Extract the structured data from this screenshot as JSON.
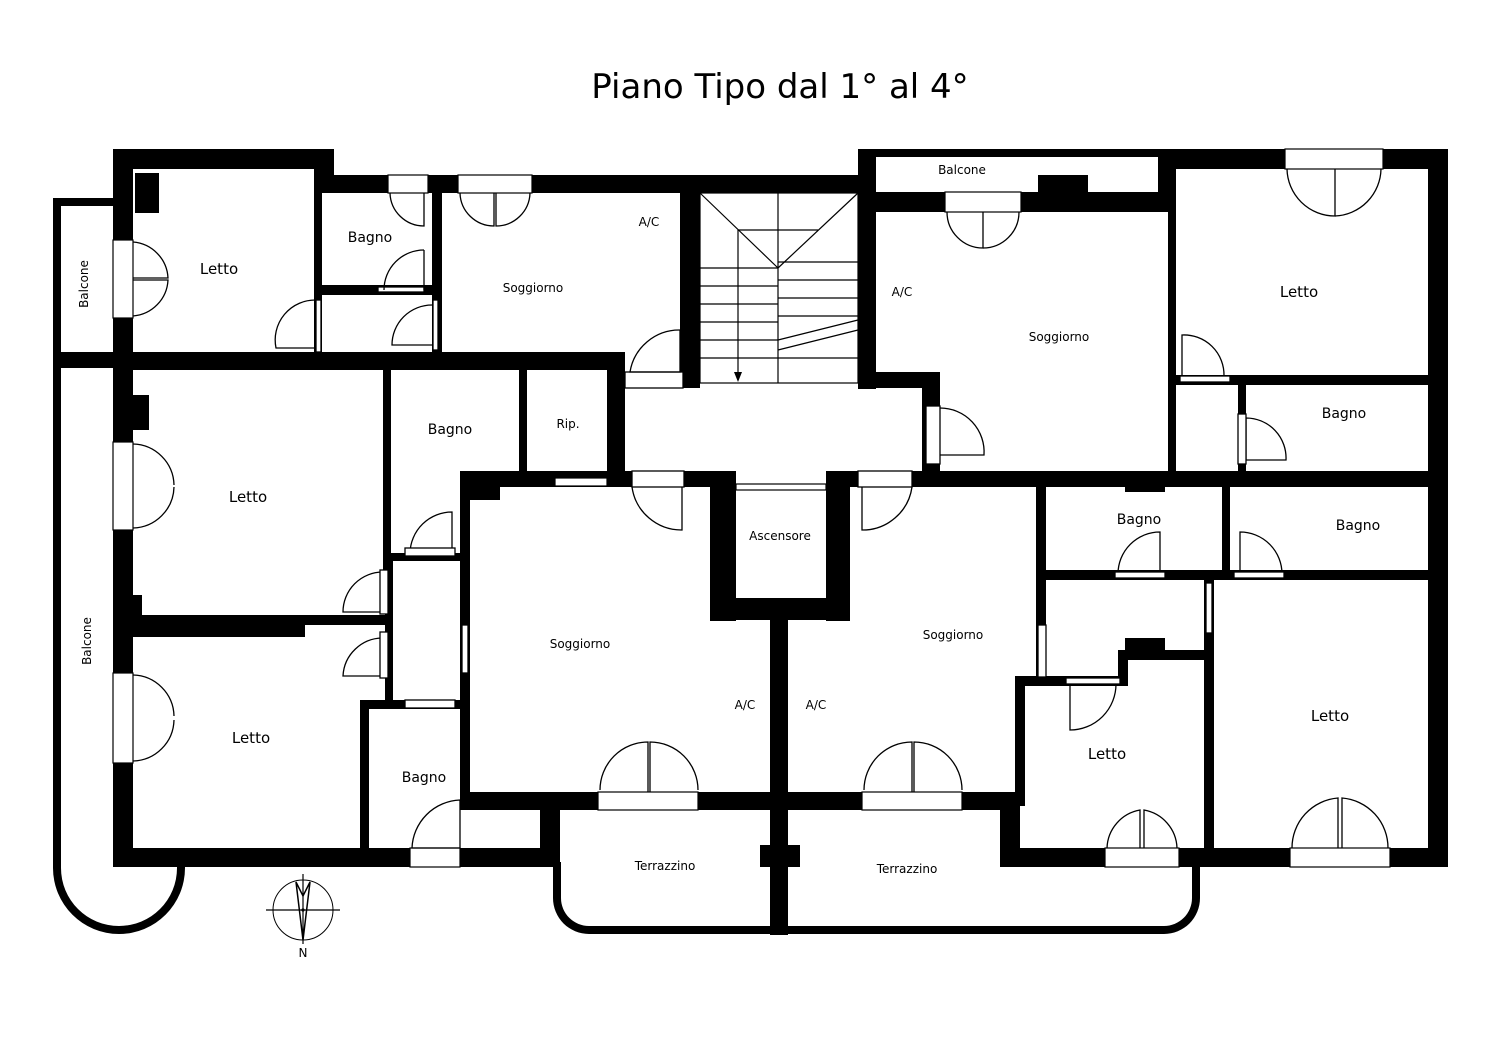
{
  "title": "Piano Tipo dal 1° al 4°",
  "rooms": {
    "letto_1": "Letto",
    "bagno_1": "Bagno",
    "soggiorno_1": "Soggiorno",
    "ac_1": "A/C",
    "balcone_1": "Balcone",
    "letto_2": "Letto",
    "bagno_2": "Bagno",
    "rip": "Rip.",
    "balcone_2": "Balcone",
    "letto_3": "Letto",
    "bagno_3": "Bagno",
    "soggiorno_2": "Soggiorno",
    "ac_2": "A/C",
    "ascensore": "Ascensore",
    "terrazzino_1": "Terrazzino",
    "terrazzino_2": "Terrazzino",
    "soggiorno_3": "Soggiorno",
    "ac_3": "A/C",
    "balcone_3": "Balcone",
    "soggiorno_4": "Soggiorno",
    "ac_4": "A/C",
    "letto_4": "Letto",
    "bagno_4": "Bagno",
    "bagno_5": "Bagno",
    "bagno_6": "Bagno",
    "letto_5": "Letto",
    "letto_6": "Letto"
  },
  "compass": {
    "north_label": "N"
  }
}
